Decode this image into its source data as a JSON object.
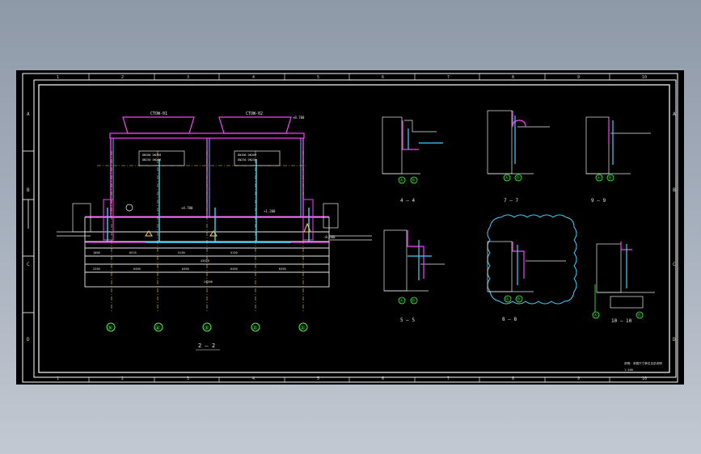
{
  "border": {
    "top_numbers": [
      "1",
      "2",
      "3",
      "4",
      "5",
      "6",
      "7",
      "8",
      "9",
      "10"
    ],
    "side_letters": [
      "A",
      "B",
      "C",
      "D"
    ]
  },
  "main_section": {
    "title": "2 — 2",
    "equipment_labels": [
      "CTOW-01",
      "CTOW-02"
    ],
    "grid_bubbles": [
      "⑤",
      "④",
      "③",
      "②",
      "①"
    ],
    "elevation_tags": [
      "+8.700",
      "+4.700",
      "+1.200",
      "-0.500"
    ]
  },
  "details": [
    {
      "title": "4 — 4",
      "bubbles": [
        "Ⓐ",
        "Ⓑ"
      ]
    },
    {
      "title": "7 — 7",
      "bubbles": [
        "Ⓐ",
        "Ⓑ"
      ]
    },
    {
      "title": "9 — 9",
      "bubbles": [
        "Ⓐ",
        "Ⓑ"
      ]
    },
    {
      "title": "5 — 5",
      "bubbles": [
        "Ⓐ",
        "Ⓑ"
      ]
    },
    {
      "title": "8 — 8",
      "bubbles": [
        "Ⓐ",
        "Ⓑ"
      ]
    },
    {
      "title": "10 — 10",
      "bubbles": [
        "Ⓐ",
        "Ⓑ"
      ]
    }
  ],
  "notes": {
    "line1": "说明：本图尺寸单位见总说明",
    "line2": "1:100"
  },
  "colors": {
    "magenta": "#ff3cff",
    "cyan": "#39d4ff",
    "green": "#3cff3c",
    "yellow": "#ffd23c",
    "white": "#e8e8e8",
    "gray": "#b8b8b8"
  }
}
